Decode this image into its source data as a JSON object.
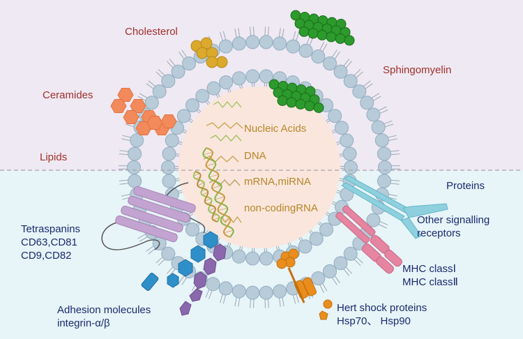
{
  "sections": {
    "lipids": "Lipids",
    "proteins": "Proteins"
  },
  "lipids": {
    "cholesterol": "Cholesterol",
    "sphingomyelin": "Sphingomyelin",
    "ceramides": "Ceramides"
  },
  "cargo": {
    "nucleic_acids": "Nucleic Acids",
    "dna": "DNA",
    "mrna": "mRNA,miRNA",
    "noncoding": "non-codingRNA"
  },
  "proteins": {
    "tetraspanins": [
      "Tetraspanins",
      "CD63,CD81",
      "CD9,CD82"
    ],
    "receptors": [
      "Other signalling",
      "receptors"
    ],
    "mhc": [
      "MHC classⅠ",
      "MHC classⅡ"
    ],
    "adhesion": [
      "Adhesion molecules",
      "integrin-α/β"
    ],
    "heat_shock": [
      "Hert shock proteins",
      "Hsp70、 Hsp90"
    ]
  },
  "colors": {
    "lipid_zone": "#efe9f3",
    "protein_zone": "#e7f4f8",
    "lumen": "#fae6dc",
    "head": "#b7cbd9",
    "cholesterol": "#dba92c",
    "sphingomyelin": "#2c9a2c",
    "ceramide": "#f28a5b",
    "tetraspanin": "#c3a3d0",
    "receptor": "#8fd0de",
    "mhc": "#e585a1",
    "adhesion_blue": "#2f8fc8",
    "adhesion_purple": "#8b67ad",
    "heat_shock": "#e98e1e"
  }
}
